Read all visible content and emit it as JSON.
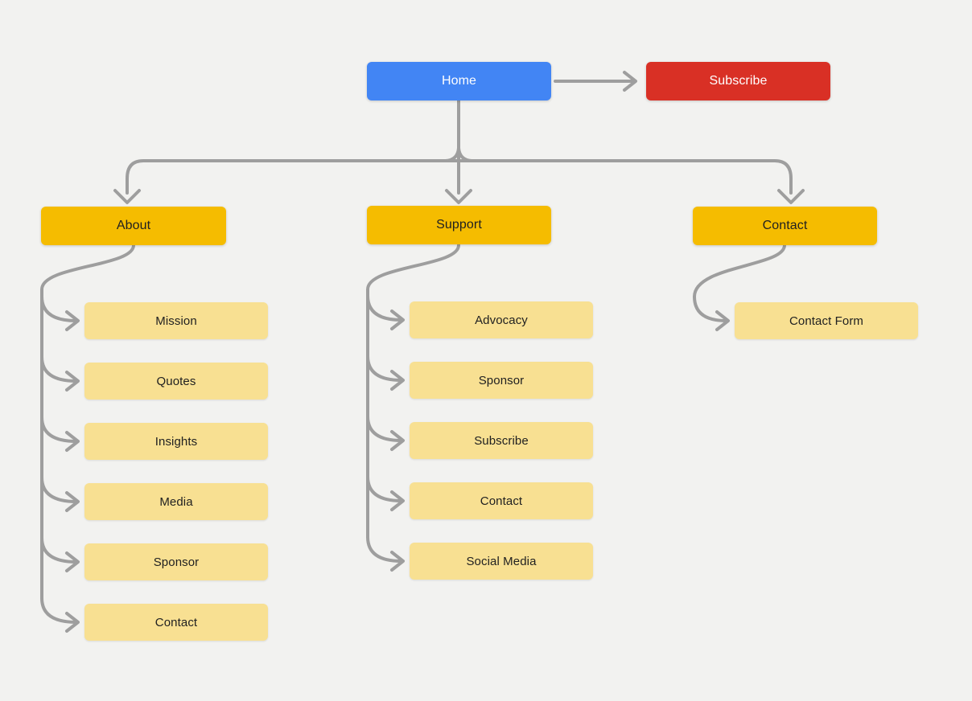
{
  "diagram_type": "sitemap-flowchart",
  "colors": {
    "background": "#f2f2f0",
    "connector": "#9e9e9e",
    "root_blue": "#4285f4",
    "linked_red": "#d93025",
    "branch_gold": "#f5bc00",
    "leaf_yellow": "#f8e092",
    "text_dark": "#212121",
    "text_light": "#ffffff"
  },
  "nodes": {
    "home": {
      "label": "Home"
    },
    "subscribe_top": {
      "label": "Subscribe"
    },
    "about": {
      "label": "About"
    },
    "support": {
      "label": "Support"
    },
    "contact": {
      "label": "Contact"
    }
  },
  "children": {
    "about": [
      "Mission",
      "Quotes",
      "Insights",
      "Media",
      "Sponsor",
      "Contact"
    ],
    "support": [
      "Advocacy",
      "Sponsor",
      "Subscribe",
      "Contact",
      "Social Media"
    ],
    "contact": [
      "Contact Form"
    ]
  }
}
